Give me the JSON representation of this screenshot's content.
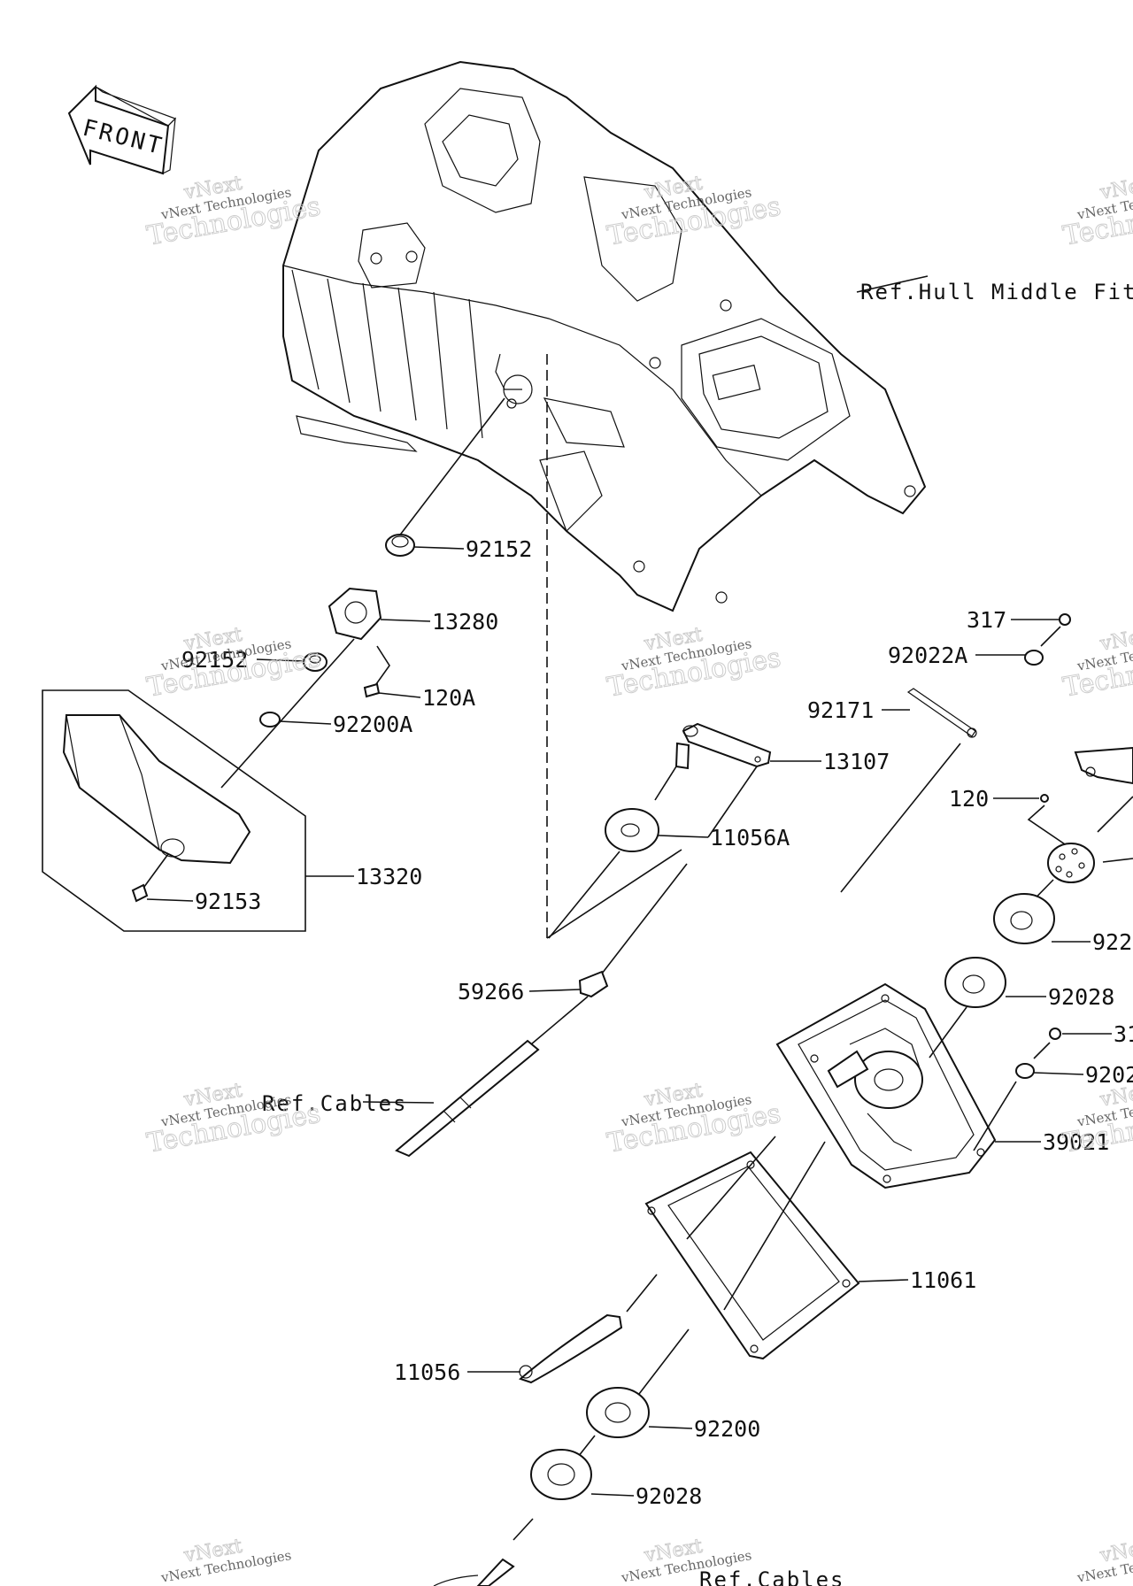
{
  "front_badge": {
    "text": "FRONT"
  },
  "references": {
    "hull_middle_fitting": "Ref.Hull Middle Fit",
    "cables_upper": "Ref.Cables",
    "cables_lower": "Ref.Cables"
  },
  "part_labels": {
    "p92152_a": "92152",
    "p13280": "13280",
    "p92152_b": "92152",
    "p120A": "120A",
    "p92200A": "92200A",
    "p13320": "13320",
    "p92153": "92153",
    "p317_a": "317",
    "p92022A": "92022A",
    "p92171": "92171",
    "p13107": "13107",
    "p120": "120",
    "p11056A": "11056A",
    "p922_partial": "922",
    "p92028_a": "92028",
    "p59266": "59266",
    "p31_partial": "31",
    "p9202_partial": "9202",
    "p39021": "39021",
    "p11061": "11061",
    "p11056": "11056",
    "p92200": "92200",
    "p92028_b": "92028"
  },
  "watermark": {
    "brand": "vNext",
    "company": "vNext Technologies",
    "word": "Technologies"
  }
}
